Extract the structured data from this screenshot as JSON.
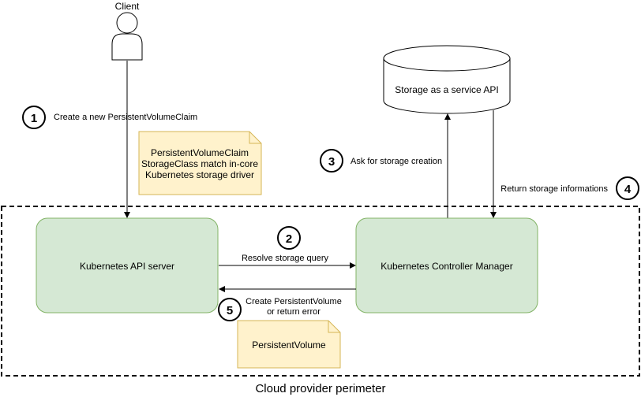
{
  "client": {
    "label": "Client"
  },
  "nodes": {
    "api_server": "Kubernetes API server",
    "controller_manager": "Kubernetes Controller Manager",
    "storage_api": "Storage as a service API"
  },
  "notes": {
    "pvc_note": [
      "PersistentVolumeClaim",
      "StorageClass match in-core",
      "Kubernetes storage driver"
    ],
    "pv_note": "PersistentVolume"
  },
  "steps": [
    {
      "number": "1",
      "label": "Create a new PersistentVolumeClaim"
    },
    {
      "number": "2",
      "label": "Resolve storage query"
    },
    {
      "number": "3",
      "label": "Ask for storage creation"
    },
    {
      "number": "4",
      "label": "Return storage informations"
    },
    {
      "number": "5",
      "label": [
        "Create PersistentVolume",
        "or return error"
      ]
    }
  ],
  "perimeter": {
    "label": "Cloud provider perimeter"
  },
  "colors": {
    "node_fill": "#d5e8d4",
    "node_stroke": "#82b366",
    "note_fill": "#fff2cc",
    "note_stroke": "#d6b656",
    "line": "#000000"
  }
}
